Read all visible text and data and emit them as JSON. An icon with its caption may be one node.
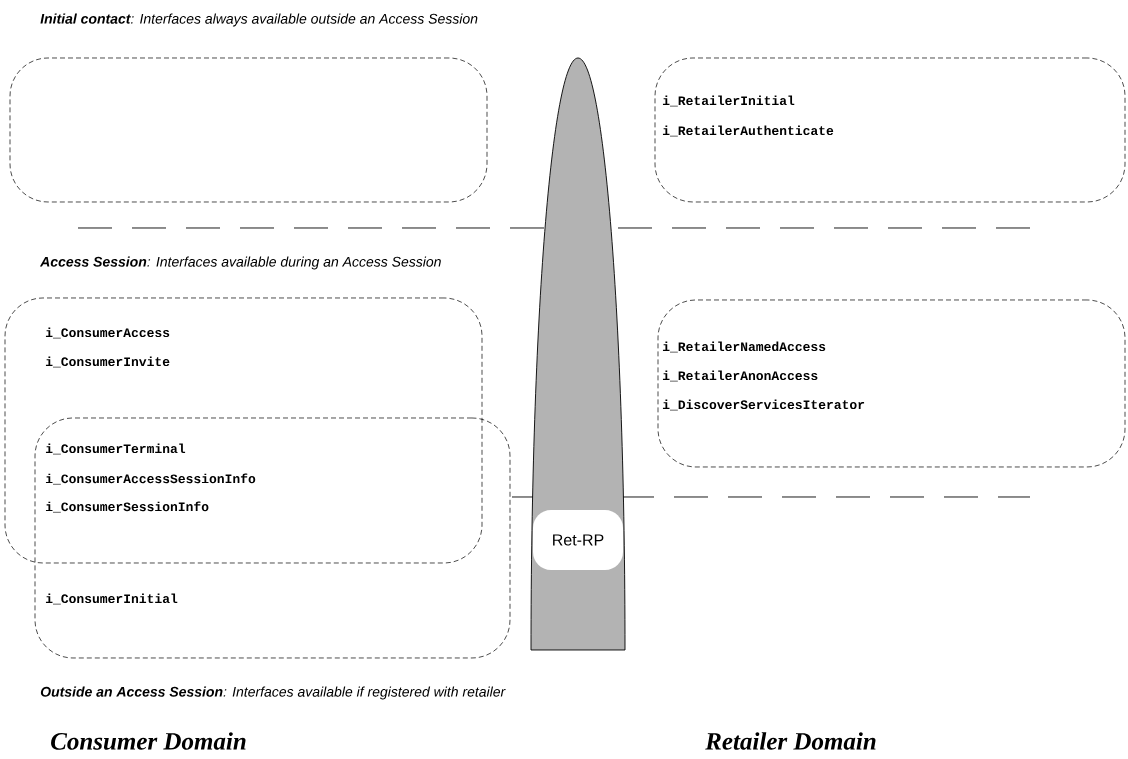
{
  "diagram": {
    "nodes": [
      {
        "text": [],
        "shape": "box"
      },
      {
        "text": [
          "i_RetailerInitial",
          "i_RetailerAuthenticate"
        ]
      },
      {
        "text": [
          "i_ConsumerAccess",
          "i_ConsumerInvite"
        ]
      },
      {
        "text": [
          "i_ConsumerTerminal",
          "i_ConsumerAccessSessionInfo",
          "i_ConsumerSessionInfo",
          "i_ConsumerInitial"
        ]
      },
      {
        "text": [
          "i_RetailerNamedAccess",
          "i_RetailerAnonAccess",
          "i_DiscoverServicesIterator"
        ]
      },
      {
        "text": [],
        "shape": "ellipse"
      },
      {
        "text": [
          "Ret-RP"
        ],
        "in": 5
      }
    ],
    "labels": [
      "**Initial contact**: Interfaces always available outside an Access Session",
      "**Access Session**: Interfaces available during an Access Session",
      "**Outside an Access Session**: Interfaces available if registered with retailer",
      "Consumer Domain",
      "Retailer Domain"
    ]
  }
}
